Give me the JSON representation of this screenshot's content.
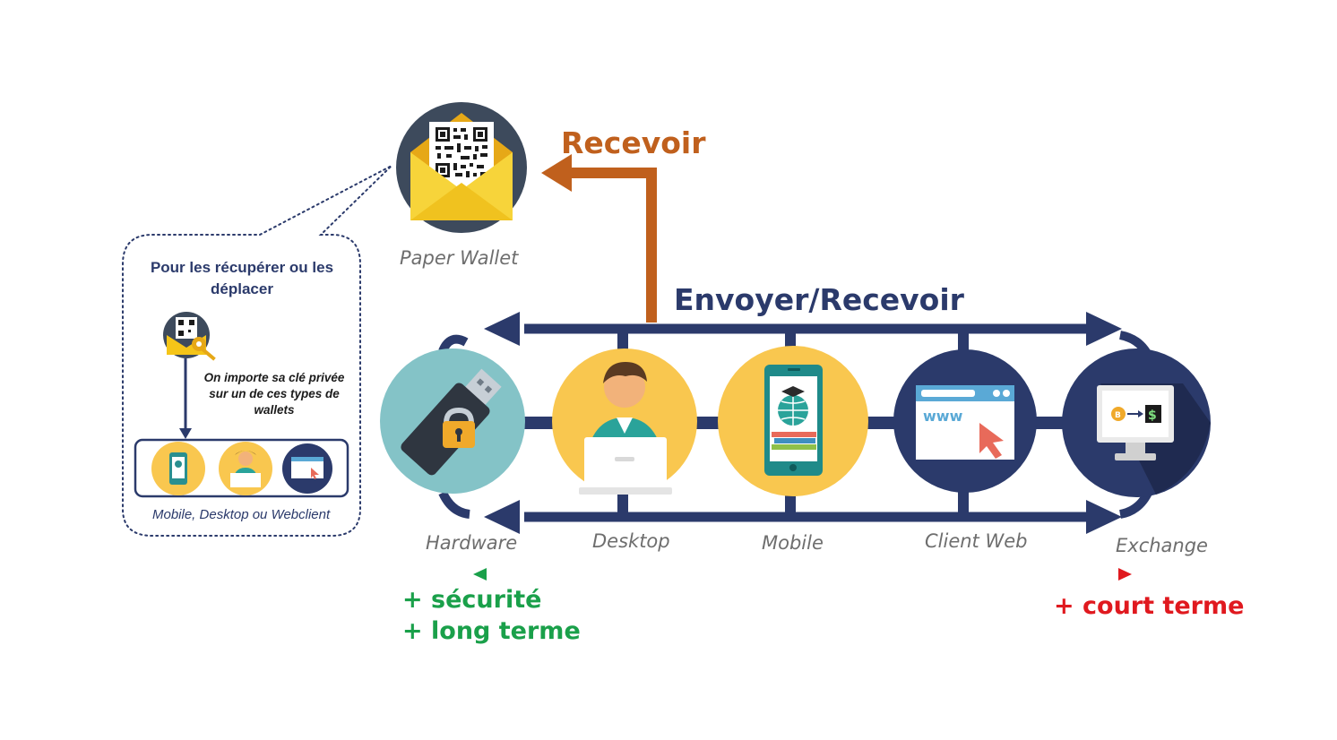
{
  "diagram": {
    "paper_wallet": {
      "label": "Paper Wallet"
    },
    "receive_label": "Recevoir",
    "send_receive_label": "Envoyer/Recevoir",
    "bubble": {
      "title": "Pour les récupérer ou les déplacer",
      "import_note": "On importe sa clé privée sur un de ces types de wallets",
      "caption": "Mobile, Desktop ou Webclient"
    },
    "wallets": [
      {
        "label": "Hardware",
        "icon": "usb-lock-icon"
      },
      {
        "label": "Desktop",
        "icon": "person-laptop-icon"
      },
      {
        "label": "Mobile",
        "icon": "smartphone-globe-icon"
      },
      {
        "label": "Client Web",
        "icon": "browser-cursor-icon"
      },
      {
        "label": "Exchange",
        "icon": "exchange-monitor-icon"
      }
    ],
    "scale": {
      "left_line1": "+ sécurité",
      "left_line2": "+ long terme",
      "right": "+ court terme"
    },
    "colors": {
      "navy": "#2b3a6b",
      "orange": "#c0601d",
      "yellow": "#f9c74f",
      "teal": "#84c3c7",
      "dark_circle": "#3d4a5c",
      "green": "#1aa04a",
      "red": "#e0191f"
    }
  }
}
